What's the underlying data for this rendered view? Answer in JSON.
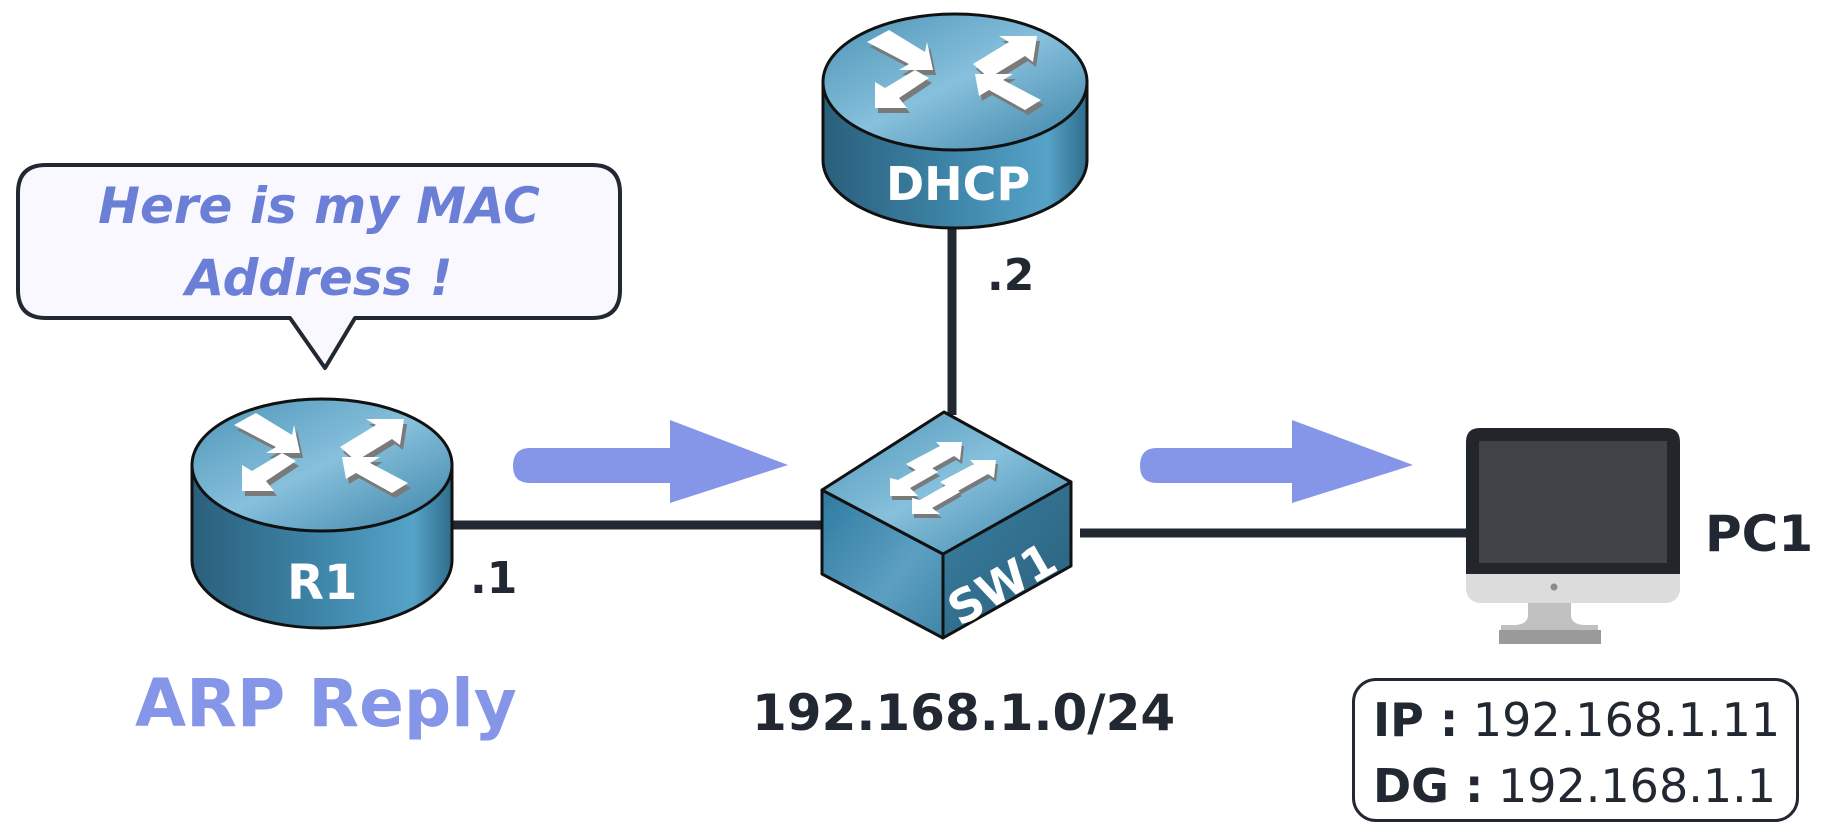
{
  "diagram": {
    "title": "ARP Reply",
    "speech_bubble": {
      "line1": "Here is my MAC",
      "line2": "Address !"
    },
    "subnet": "192.168.1.0/24",
    "nodes": {
      "r1": {
        "label": "R1",
        "type": "router",
        "interface_ip": ".1"
      },
      "dhcp": {
        "label": "DHCP",
        "type": "router",
        "interface_ip": ".2"
      },
      "sw1": {
        "label": "SW1",
        "type": "switch"
      },
      "pc1": {
        "label": "PC1",
        "type": "desktop-computer",
        "config": [
          {
            "key": "IP :",
            "value": "192.168.1.11"
          },
          {
            "key": "DG :",
            "value": "192.168.1.1"
          }
        ]
      }
    },
    "links": [
      {
        "from": "R1",
        "to": "SW1"
      },
      {
        "from": "DHCP",
        "to": "SW1"
      },
      {
        "from": "SW1",
        "to": "PC1"
      }
    ],
    "flow_arrows": [
      {
        "from": "R1",
        "to": "SW1",
        "direction": "right"
      },
      {
        "from": "SW1",
        "to": "PC1",
        "direction": "right"
      }
    ],
    "colors": {
      "accent": "#8596e8",
      "bubble_text": "#6b7fd7",
      "line": "#222831",
      "device_blue": "#3f86a8"
    }
  }
}
